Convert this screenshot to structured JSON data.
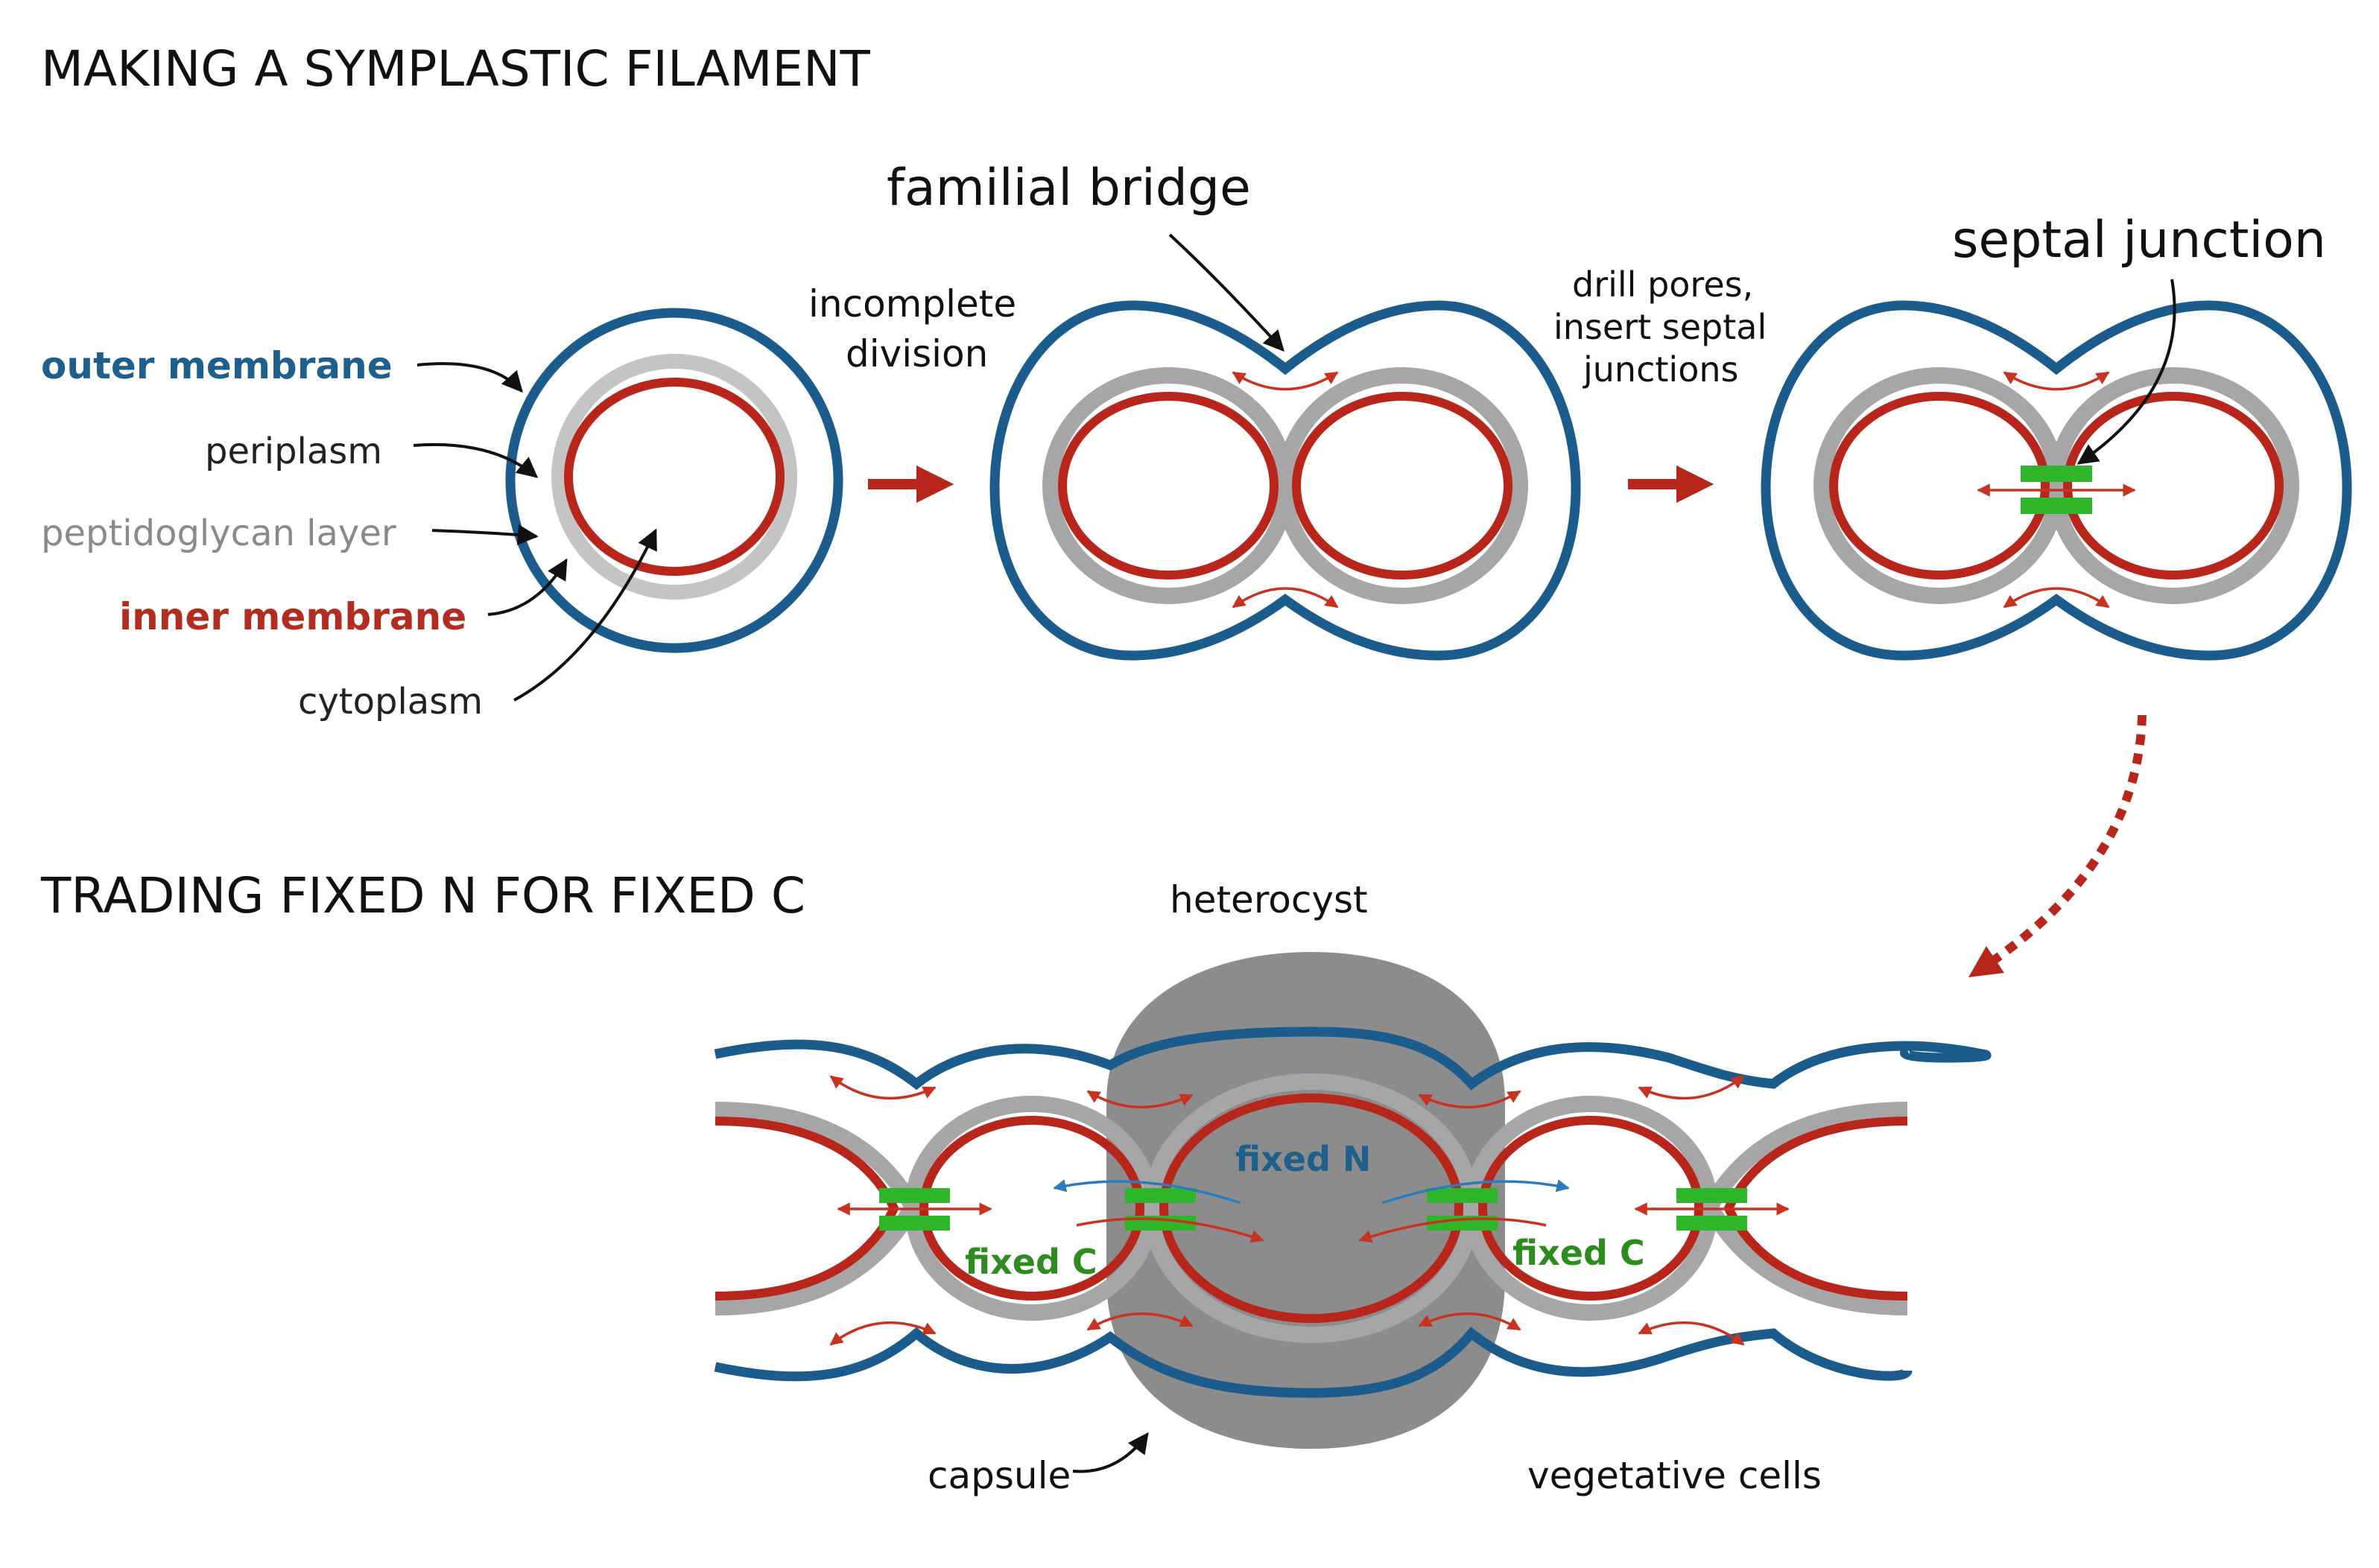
{
  "headings": {
    "top": "MAKING A SYMPLASTIC FILAMENT",
    "bottom": "TRADING FIXED N FOR FIXED C"
  },
  "labels": {
    "outer_membrane": "outer membrane",
    "periplasm": "periplasm",
    "peptidoglycan_layer": "peptidoglycan layer",
    "inner_membrane": "inner membrane",
    "cytoplasm": "cytoplasm",
    "incomplete_division_1": "incomplete",
    "incomplete_division_2": "division",
    "familial_bridge": "familial bridge",
    "drill_pores_1": "drill pores,",
    "drill_pores_2": "insert septal",
    "drill_pores_3": "junctions",
    "septal_junction": "septal junction",
    "heterocyst": "heterocyst",
    "fixed_n": "fixed N",
    "fixed_c_left": "fixed C",
    "fixed_c_right": "fixed C",
    "capsule": "capsule",
    "vegetative_cells": "vegetative cells"
  },
  "colors": {
    "outer_membrane": "#1b5c8c",
    "peptidoglycan": "#a6a6a6",
    "inner_membrane": "#b8251a",
    "septal_junction": "#2fb52a",
    "capsule": "#8c8c8c",
    "arrow": "#c8321f",
    "fixed_n_arrow": "#2b7cb8"
  }
}
